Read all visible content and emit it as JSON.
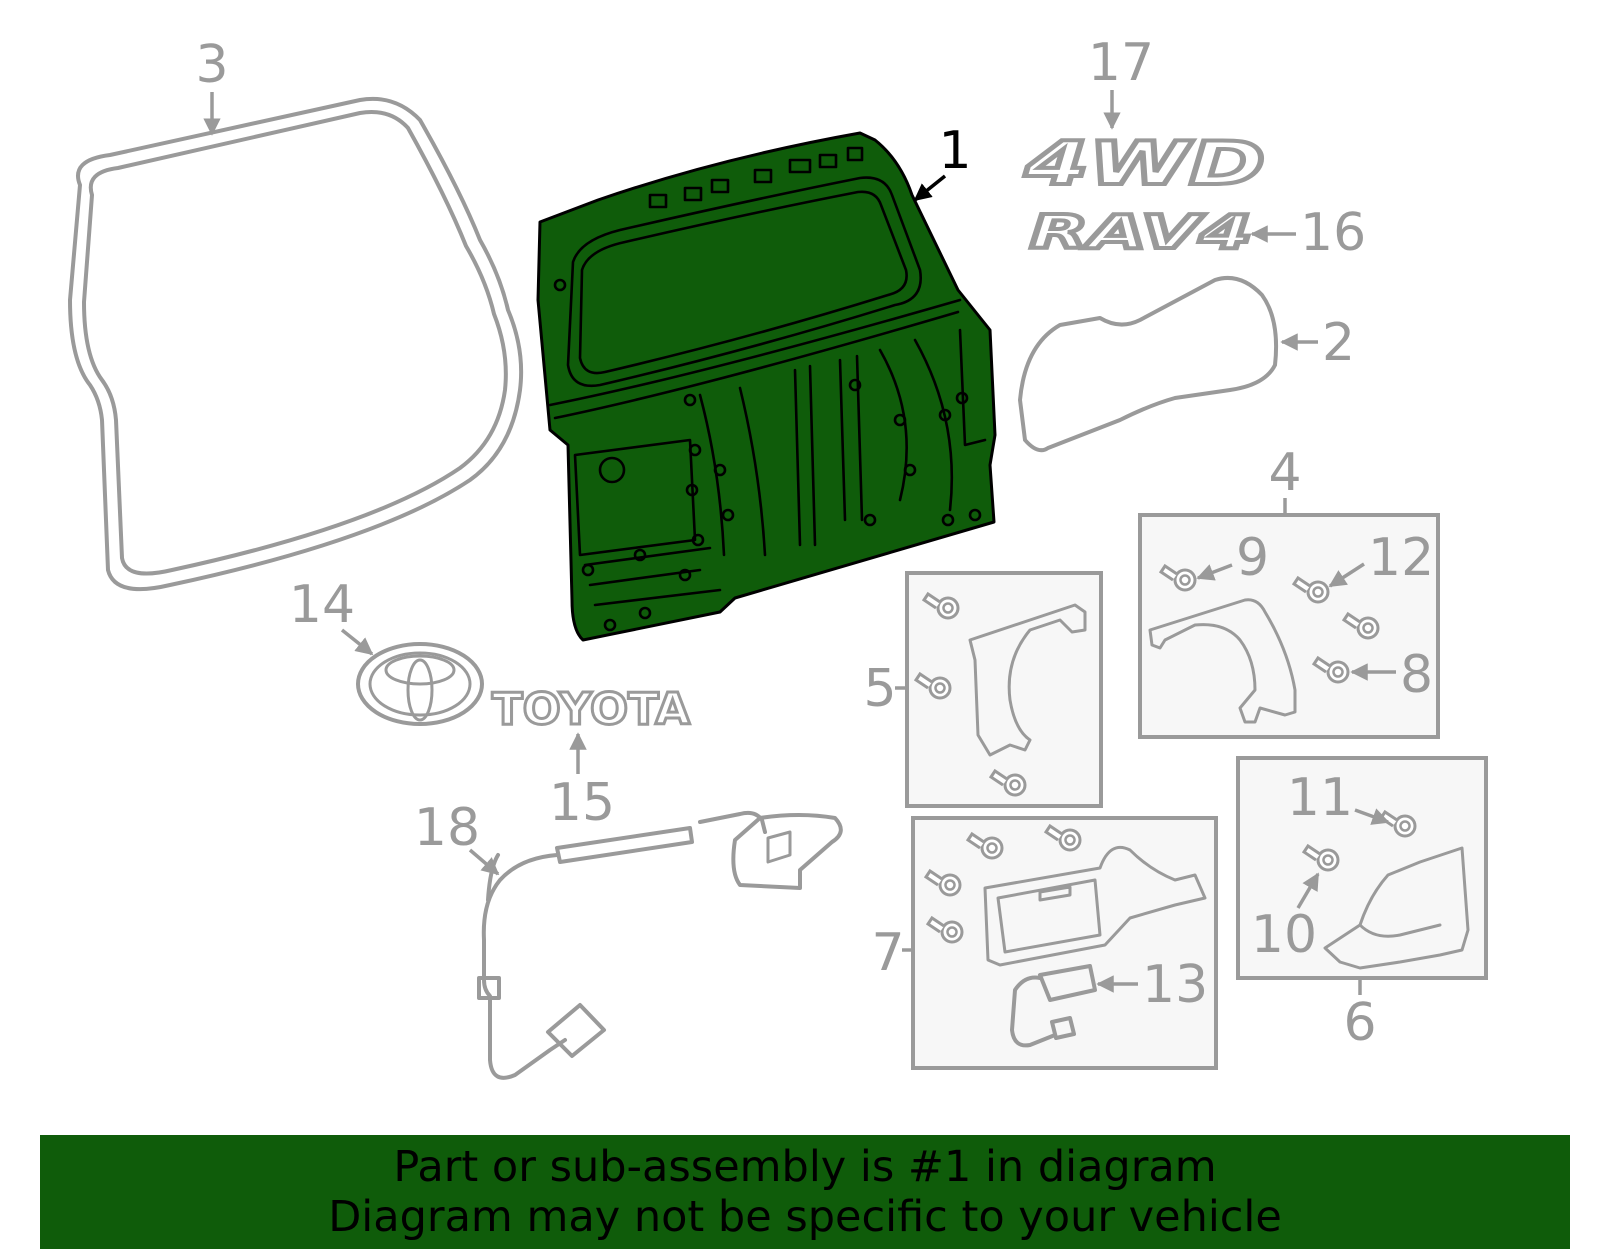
{
  "colors": {
    "highlight_fill": "#0f5c0a",
    "banner_bg": "#0f5c0a",
    "part_stroke": "#9a9a9a",
    "box_fill": "#f7f7f7"
  },
  "highlighted_part": "1",
  "callouts": {
    "c1": "1",
    "c2": "2",
    "c3": "3",
    "c4": "4",
    "c5": "5",
    "c6": "6",
    "c7": "7",
    "c8": "8",
    "c9": "9",
    "c10": "10",
    "c11": "11",
    "c12": "12",
    "c13": "13",
    "c14": "14",
    "c15": "15",
    "c16": "16",
    "c17": "17",
    "c18": "18"
  },
  "emblems": {
    "drive_badge": "4WD",
    "model_badge": "RAV4",
    "brand_wordmark": "TOYOTA"
  },
  "banner": {
    "line1": "Part or sub-assembly is #1 in diagram",
    "line2": "Diagram may not be specific to your vehicle"
  }
}
